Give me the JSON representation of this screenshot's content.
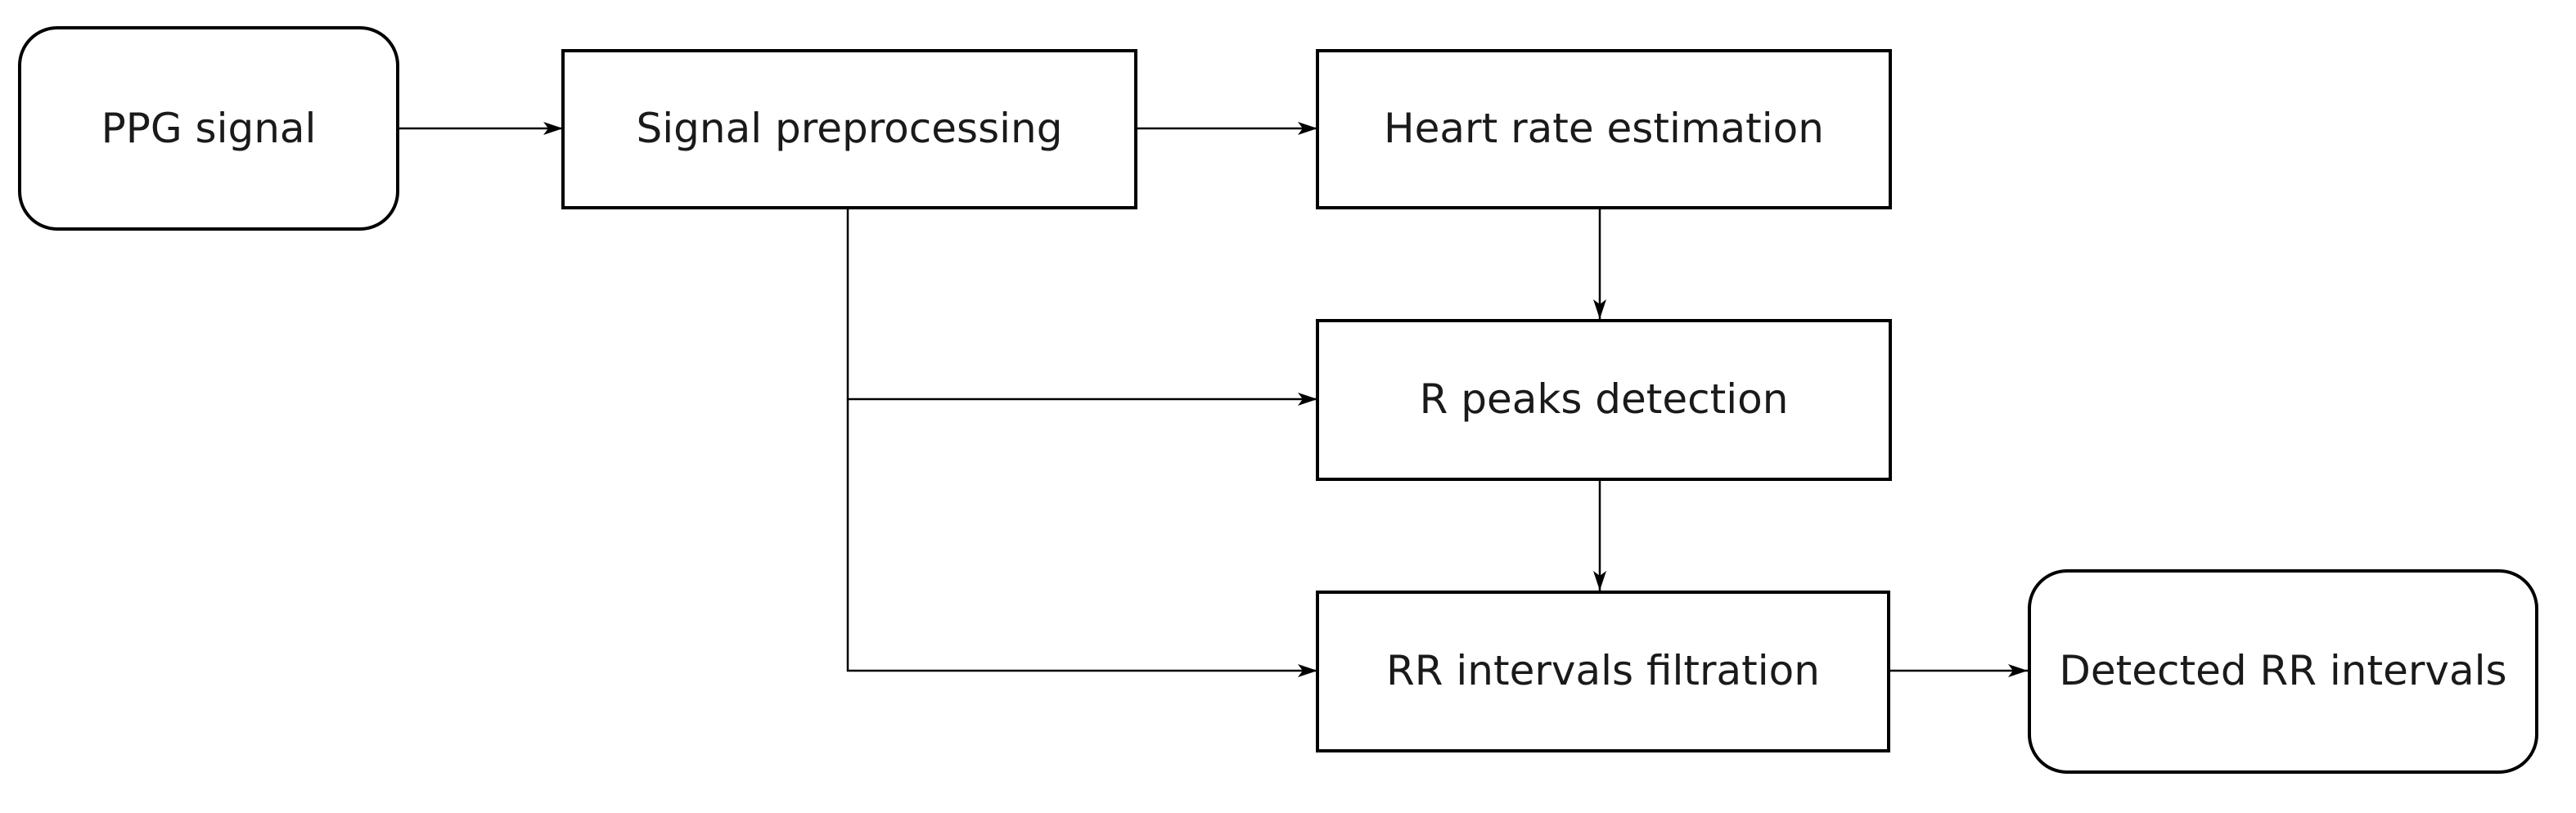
{
  "diagram": {
    "nodes": {
      "ppg_signal": "PPG signal",
      "signal_preprocessing": "Signal preprocessing",
      "heart_rate_estimation": "Heart rate estimation",
      "r_peaks_detection": "R peaks detection",
      "rr_intervals_filtration": "RR intervals filtration",
      "detected_rr_intervals": "Detected RR intervals"
    },
    "edges": [
      {
        "from": "PPG signal",
        "to": "Signal preprocessing"
      },
      {
        "from": "Signal preprocessing",
        "to": "Heart rate estimation"
      },
      {
        "from": "Heart rate estimation",
        "to": "R peaks detection"
      },
      {
        "from": "Signal preprocessing",
        "to": "R peaks detection"
      },
      {
        "from": "R peaks detection",
        "to": "RR intervals filtration"
      },
      {
        "from": "Signal preprocessing",
        "to": "RR intervals filtration"
      },
      {
        "from": "RR intervals filtration",
        "to": "Detected RR intervals"
      }
    ]
  }
}
